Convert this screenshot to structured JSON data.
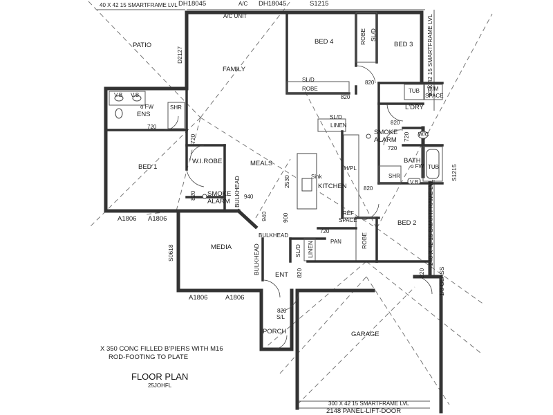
{
  "rooms": {
    "patio": "PATIO",
    "family": "FAMILY",
    "bed4": "BED 4",
    "bed3": "BED 3",
    "ens": "ENS",
    "bed1": "BED 1",
    "wirobe": "W.I.ROBE",
    "meals": "MEALS",
    "kitchen": "KITCHEN",
    "ldry": "L'DRY",
    "bath": "BATH",
    "bed2": "BED 2",
    "media": "MEDIA",
    "ent": "ENT",
    "porch": "PORCH",
    "garage": "GARAGE"
  },
  "labels": {
    "ac": "A/C",
    "ac_unit": "A/C UNIT",
    "robe": "ROBE",
    "linen": "LINEN",
    "sl_d": "SL/D",
    "s_l": "S/L",
    "smoke": "SMOKE",
    "alarm": "ALARM",
    "sink": "Sink",
    "hpl": "H/PL",
    "ref": "REF",
    "space": "SPACE",
    "pan": "PAN",
    "bulkhead": "BULKHEAD",
    "fw": "o FW",
    "tub": "TUB",
    "wm": "W/M",
    "wm_space": "SPACE",
    "shr": "SHR",
    "wc": "W/C",
    "vb": "V.B",
    "glass": "1/3 GLASS"
  },
  "dims": {
    "d720": "720",
    "d820": "820",
    "d940": "940",
    "d900": "900",
    "d2530": "2530"
  },
  "windows": {
    "a1806": "A1806",
    "dh18045": "DH18045",
    "s1215": "S1215",
    "d2127": "D2127",
    "s0618": "S0618"
  },
  "lintels": {
    "top_left": "40 X 42 15 SMARTFRAME LVL",
    "right_top": "90 X 42 15 SMARTFRAME LVL",
    "right_bed2": "240 X 42 15 SMARTFRAME LVL",
    "garage": "300 X 42 15 SMARTFRAME LVL",
    "garage_door": "2148 PANEL-LIFT-DOOR"
  },
  "notes": {
    "piers_1": "X 350 CONC FILLED B'PIERS WITH M16",
    "piers_2": "ROD-FOOTING TO PLATE"
  },
  "title": {
    "main": "FLOOR PLAN",
    "sub": "25JOHFL"
  }
}
